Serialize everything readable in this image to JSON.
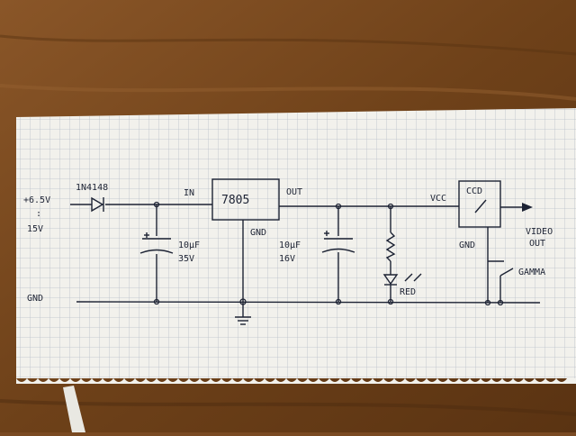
{
  "colors": {
    "table_wood": "#7a4a22",
    "paper": "#f2f1ec",
    "grid_line": "#b9bfca",
    "ink": "#1c2233"
  },
  "labels": {
    "input_voltage_top": "+6.5V",
    "input_dots": ":",
    "input_voltage_bottom": "15V",
    "diode_part": "1N4148",
    "regulator_part": "7805",
    "regulator_in": "IN",
    "regulator_out": "OUT",
    "regulator_gnd": "GND",
    "cap1_value": "10µF",
    "cap1_voltage": "35V",
    "cap2_value": "10µF",
    "cap2_voltage": "16V",
    "led_label": "RED",
    "ccd_label": "CCD",
    "ccd_vcc": "VCC",
    "ccd_gnd": "GND",
    "video_line1": "VIDEO",
    "video_line2": "OUT",
    "gamma_label": "GAMMA",
    "gnd_rail": "GND"
  }
}
